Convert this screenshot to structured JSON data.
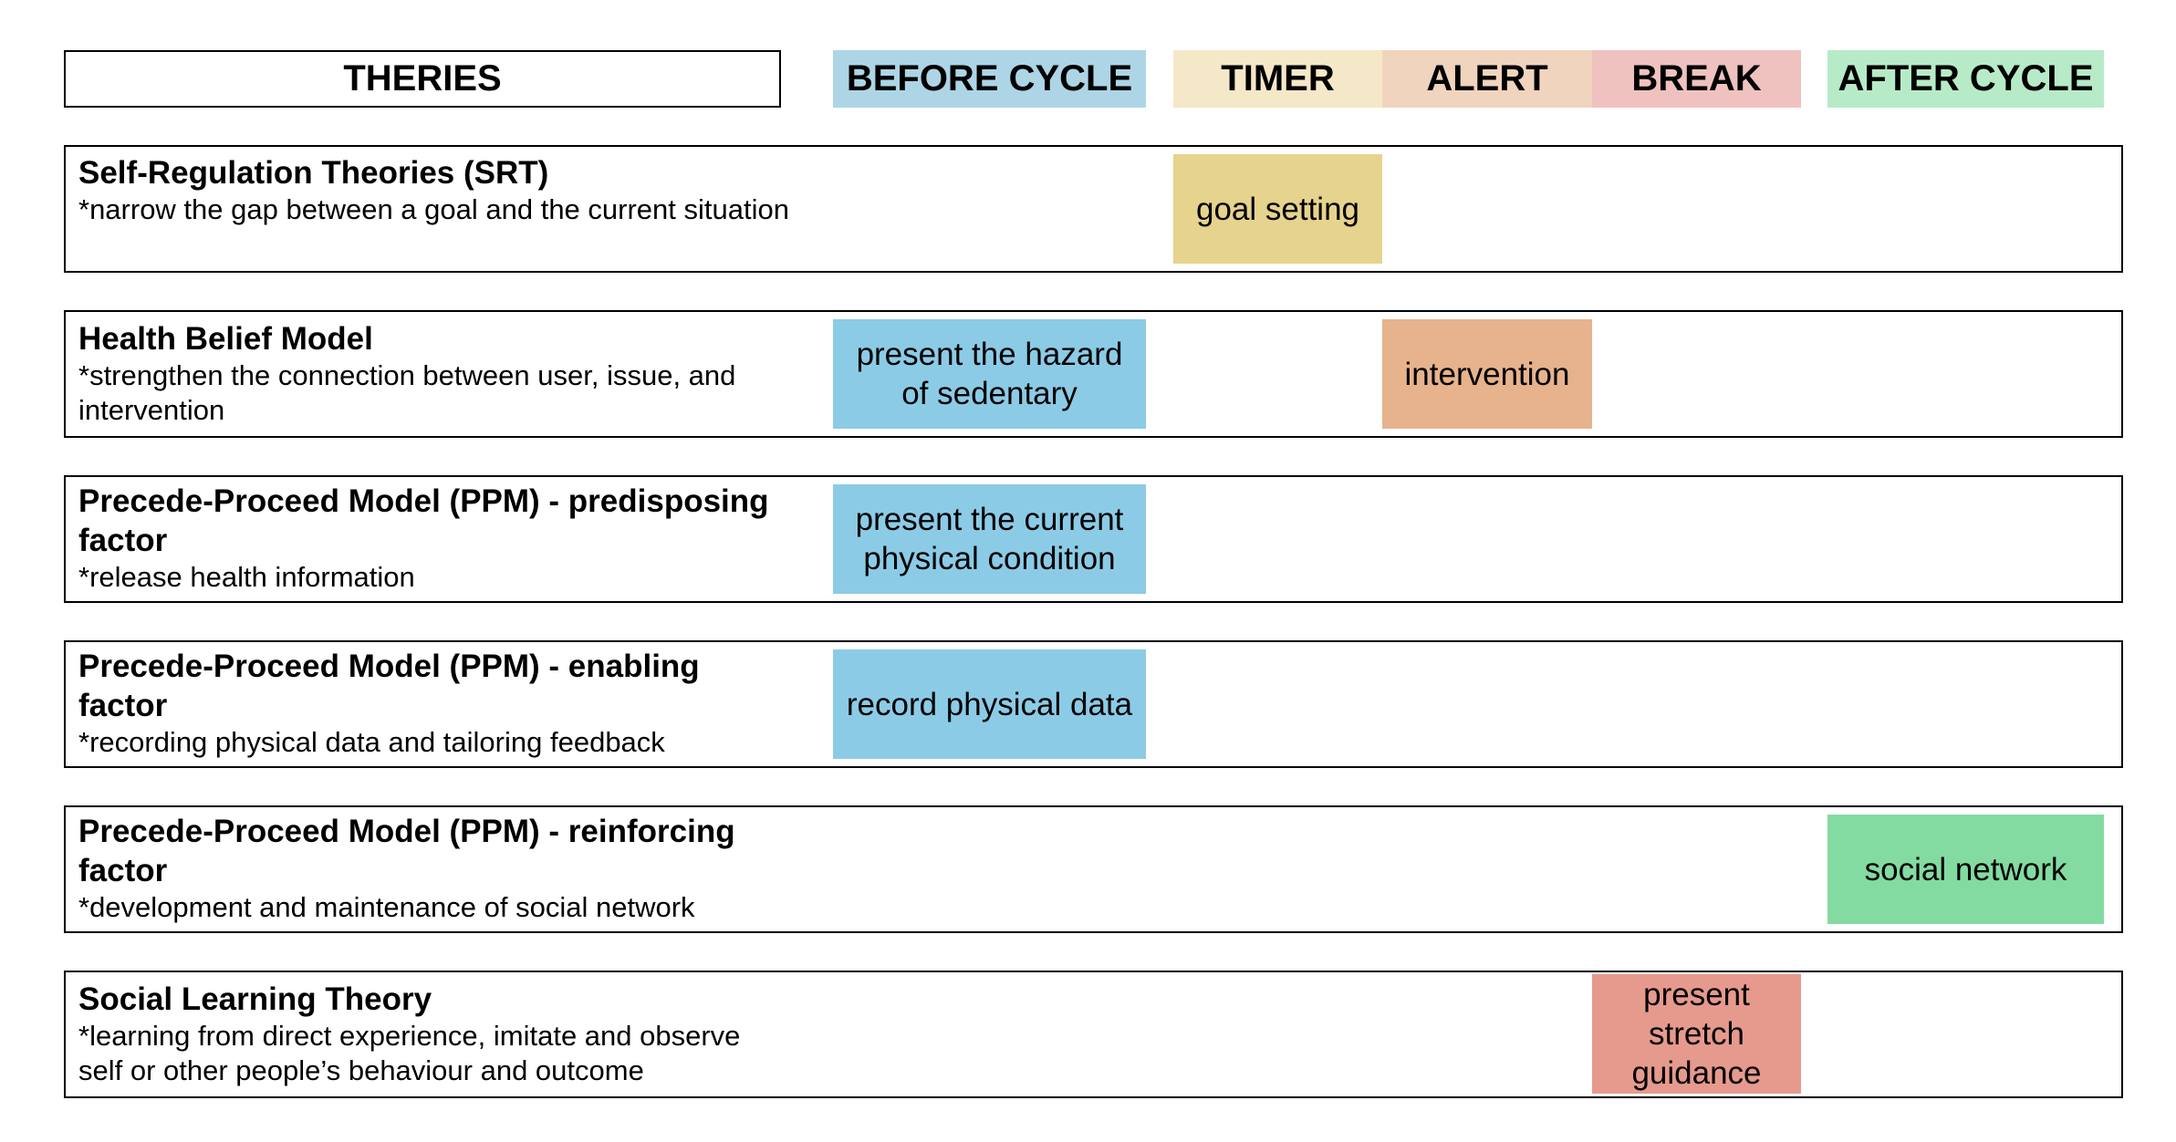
{
  "columns": {
    "theories": "THERIES",
    "before_cycle": "BEFORE CYCLE",
    "timer": "TIMER",
    "alert": "ALERT",
    "break": "BREAK",
    "after_cycle": "AFTER CYCLE"
  },
  "column_colors": {
    "before_cycle": "#8ccbe6",
    "timer": "#e6d38d",
    "alert": "#e6b38d",
    "break": "#e69a8d",
    "after_cycle": "#84dba2"
  },
  "rows": [
    {
      "title": "Self-Regulation Theories (SRT)",
      "description": "*narrow the gap between a goal and the current situation",
      "cell_column": "timer",
      "cell_text": "goal setting"
    },
    {
      "title": "Health Belief Model",
      "description": "*strengthen the connection between user, issue, and intervention",
      "cells": [
        {
          "column": "before_cycle",
          "text": "present the hazard of sedentary"
        },
        {
          "column": "alert",
          "text": "intervention"
        }
      ]
    },
    {
      "title": "Precede-Proceed Model (PPM) - predisposing factor",
      "description": "*release health information",
      "cell_column": "before_cycle",
      "cell_text": "present the current physical condition"
    },
    {
      "title": "Precede-Proceed Model (PPM) - enabling factor",
      "description": "*recording physical data and tailoring feedback",
      "cell_column": "before_cycle",
      "cell_text": "record physical data"
    },
    {
      "title": "Precede-Proceed Model (PPM) - reinforcing factor",
      "description": "*development and maintenance of social network",
      "cell_column": "after_cycle",
      "cell_text": "social network"
    },
    {
      "title": "Social Learning Theory",
      "description": "*learning from direct experience, imitate and observe self or other people’s behaviour and outcome",
      "cell_column": "break",
      "cell_text": "present stretch guidance"
    }
  ]
}
